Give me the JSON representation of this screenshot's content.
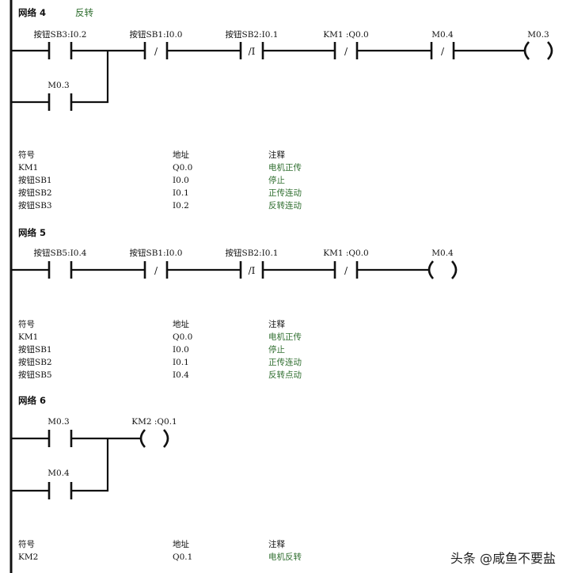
{
  "networks": [
    {
      "title": "网络 4",
      "comment": "反转",
      "elements": {
        "c1": {
          "label": "按钮SB3:I0.2",
          "glyph": ""
        },
        "c2": {
          "label": "M0.3",
          "glyph": ""
        },
        "c3": {
          "label": "按钮SB1:I0.0",
          "glyph": "/"
        },
        "c4": {
          "label": "按钮SB2:I0.1",
          "glyph": "/I"
        },
        "c5": {
          "label": "KM1 :Q0.0",
          "glyph": "/"
        },
        "c6": {
          "label": "M0.4",
          "glyph": "/"
        },
        "coil": {
          "label": "M0.3"
        }
      },
      "symbols": {
        "headers": [
          "符号",
          "地址",
          "注释"
        ],
        "rows": [
          [
            "KM1",
            "Q0.0",
            "电机正传"
          ],
          [
            "按钮SB1",
            "I0.0",
            "停止"
          ],
          [
            "按钮SB2",
            "I0.1",
            "正传连动"
          ],
          [
            "按钮SB3",
            "I0.2",
            "反转连动"
          ]
        ]
      }
    },
    {
      "title": "网络 5",
      "comment": "",
      "elements": {
        "c1": {
          "label": "按钮SB5:I0.4",
          "glyph": ""
        },
        "c3": {
          "label": "按钮SB1:I0.0",
          "glyph": "/"
        },
        "c4": {
          "label": "按钮SB2:I0.1",
          "glyph": "/I"
        },
        "c5": {
          "label": "KM1 :Q0.0",
          "glyph": "/"
        },
        "coil": {
          "label": "M0.4"
        }
      },
      "symbols": {
        "headers": [
          "符号",
          "地址",
          "注释"
        ],
        "rows": [
          [
            "KM1",
            "Q0.0",
            "电机正传"
          ],
          [
            "按钮SB1",
            "I0.0",
            "停止"
          ],
          [
            "按钮SB2",
            "I0.1",
            "正传连动"
          ],
          [
            "按钮SB5",
            "I0.4",
            "反转点动"
          ]
        ]
      }
    },
    {
      "title": "网络 6",
      "comment": "",
      "elements": {
        "c1": {
          "label": "M0.3",
          "glyph": ""
        },
        "c2": {
          "label": "M0.4",
          "glyph": ""
        },
        "coil": {
          "label": "KM2 :Q0.1"
        }
      },
      "symbols": {
        "headers": [
          "符号",
          "地址",
          "注释"
        ],
        "rows": [
          [
            "KM2",
            "Q0.1",
            "电机反转"
          ]
        ]
      }
    }
  ],
  "watermark": "头条 @咸鱼不要盐"
}
